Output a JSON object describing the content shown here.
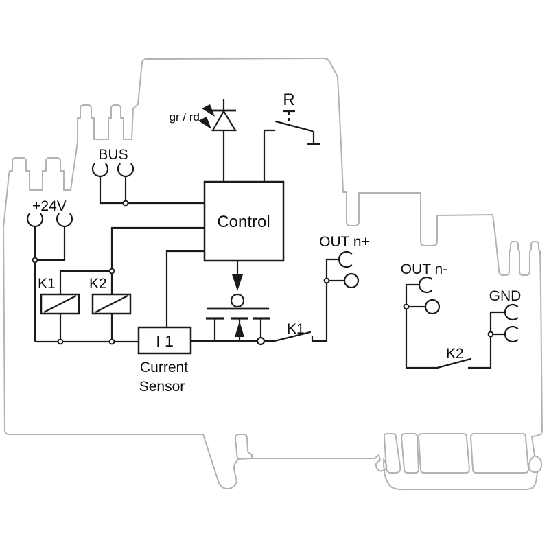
{
  "diagram": {
    "type": "relay-module-block-schematic",
    "labels": {
      "power": "+24V",
      "bus": "BUS",
      "led": "gr / rd",
      "reset": "R",
      "control": "Control",
      "relay_coil_1": "K1",
      "relay_coil_2": "K2",
      "current_input": "I 1",
      "sensor_caption_line1": "Current",
      "sensor_caption_line2": "Sensor",
      "output_positive": "OUT n+",
      "relay_contact_1": "K1",
      "output_negative": "OUT n-",
      "relay_contact_2": "K2",
      "ground": "GND"
    }
  },
  "colors": {
    "circuit": "#1a1a1a",
    "housing": "#b2b2b2",
    "background": "#ffffff"
  }
}
